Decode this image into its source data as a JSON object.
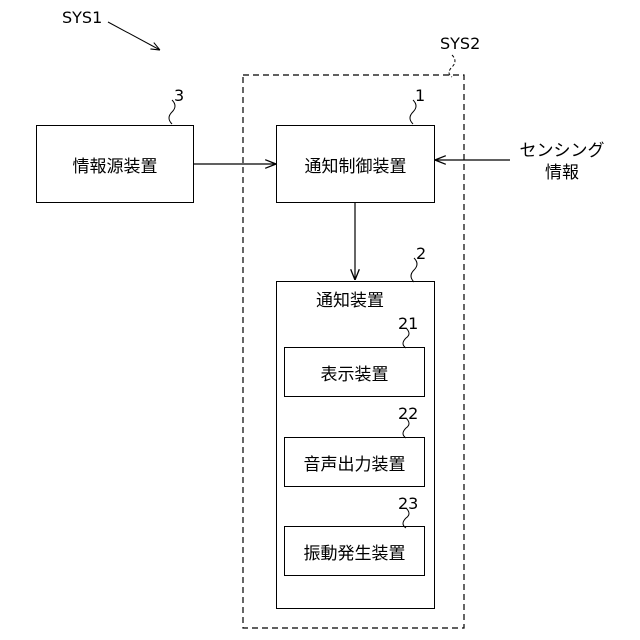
{
  "system_labels": {
    "sys1": "SYS1",
    "sys2": "SYS2"
  },
  "blocks": {
    "info_source": {
      "ref": "3",
      "label": "情報源装置"
    },
    "notify_control": {
      "ref": "1",
      "label": "通知制御装置"
    },
    "notify_device": {
      "ref": "2",
      "label": "通知装置"
    },
    "display": {
      "ref": "21",
      "label": "表示装置"
    },
    "audio_output": {
      "ref": "22",
      "label": "音声出力装置"
    },
    "vibration": {
      "ref": "23",
      "label": "振動発生装置"
    }
  },
  "sensing_info": {
    "line1": "センシング",
    "line2": "情報"
  }
}
